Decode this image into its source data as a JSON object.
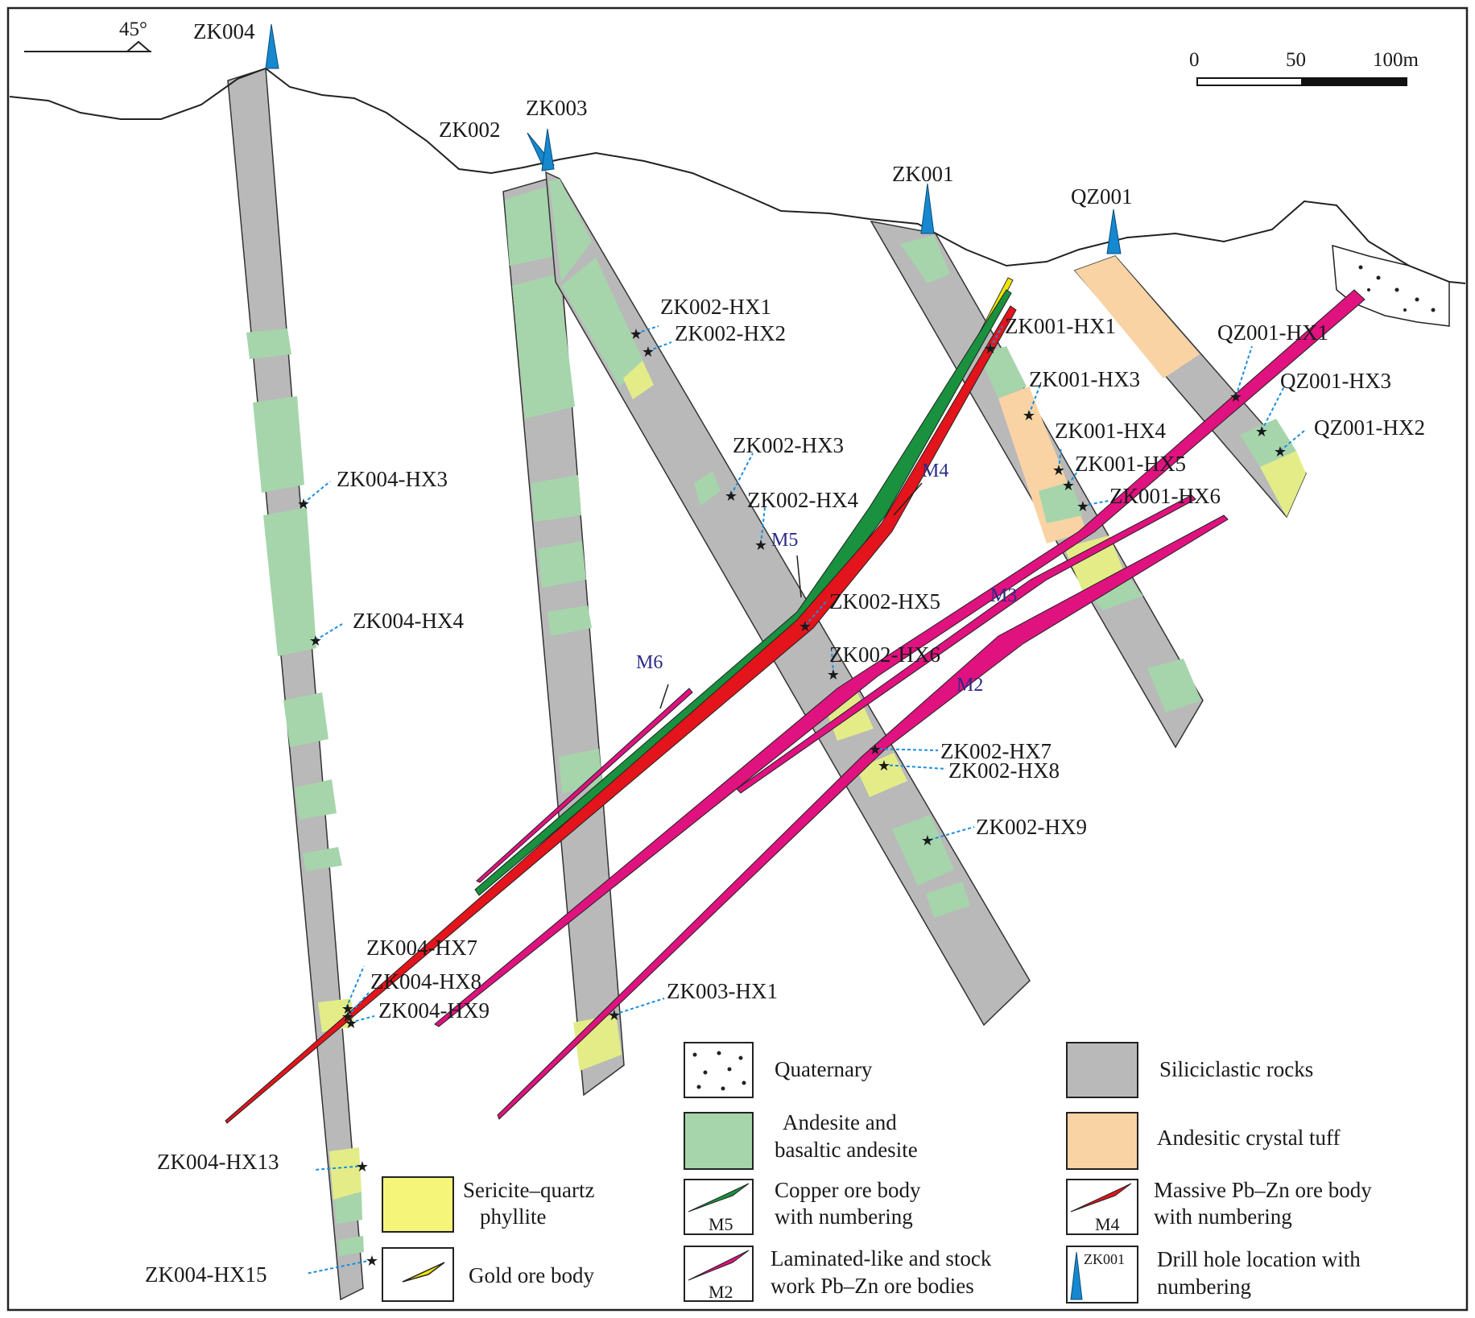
{
  "colors": {
    "siliciclastic": "#b9b9b9",
    "andesite": "#a6d5ab",
    "tuff": "#f9d3a3",
    "phyllite": "#e4ec88",
    "copper": "#19913e",
    "pbzn_massive": "#e3141b",
    "pbzn_laminated": "#e0127f",
    "gold": "#f0e500",
    "drill_marker": "#1588cf",
    "sample_star": "#1a8ede"
  },
  "orientation": {
    "angle_label": "45°"
  },
  "scale_bar": {
    "labels": [
      "0",
      "50",
      "100m"
    ]
  },
  "drill_holes": [
    {
      "id": "zk004",
      "label": "ZK004"
    },
    {
      "id": "zk002",
      "label": "ZK002"
    },
    {
      "id": "zk003",
      "label": "ZK003"
    },
    {
      "id": "zk001",
      "label": "ZK001"
    },
    {
      "id": "qz001",
      "label": "QZ001"
    }
  ],
  "ore_bodies": [
    {
      "id": "m2",
      "label": "M2",
      "type": "pbzn_laminated"
    },
    {
      "id": "m3",
      "label": "M3",
      "type": "pbzn_laminated"
    },
    {
      "id": "m4",
      "label": "M4",
      "type": "pbzn_massive"
    },
    {
      "id": "m5",
      "label": "M5",
      "type": "copper"
    },
    {
      "id": "m6",
      "label": "M6",
      "type": "pbzn_laminated"
    }
  ],
  "samples": [
    "ZK002-HX1",
    "ZK002-HX2",
    "ZK002-HX3",
    "ZK002-HX4",
    "ZK002-HX5",
    "ZK002-HX6",
    "ZK002-HX7",
    "ZK002-HX8",
    "ZK002-HX9",
    "ZK001-HX1",
    "ZK001-HX3",
    "ZK001-HX4",
    "ZK001-HX5",
    "ZK001-HX6",
    "QZ001-HX1",
    "QZ001-HX3",
    "QZ001-HX2",
    "ZK004-HX3",
    "ZK004-HX4",
    "ZK004-HX7",
    "ZK004-HX8",
    "ZK004-HX9",
    "ZK004-HX13",
    "ZK004-HX15",
    "ZK003-HX1"
  ],
  "legend": {
    "quaternary": "Quaternary",
    "siliciclastic": "Siliciclastic rocks",
    "andesite": [
      "Andesite and",
      "basaltic andesite"
    ],
    "tuff": "Andesitic crystal tuff",
    "copper": [
      "Copper ore body",
      "with numbering"
    ],
    "copper_tag": "M5",
    "massive": [
      "Massive Pb–Zn ore body",
      " with numbering"
    ],
    "massive_tag": "M4",
    "laminated": [
      "Laminated-like and stock",
      "work Pb–Zn ore bodies"
    ],
    "laminated_tag": "M2",
    "drill": [
      "Drill hole location with",
      "numbering"
    ],
    "drill_tag": "ZK001",
    "phyllite": [
      "Sericite–quartz",
      "phyllite"
    ],
    "gold": "Gold ore body"
  }
}
